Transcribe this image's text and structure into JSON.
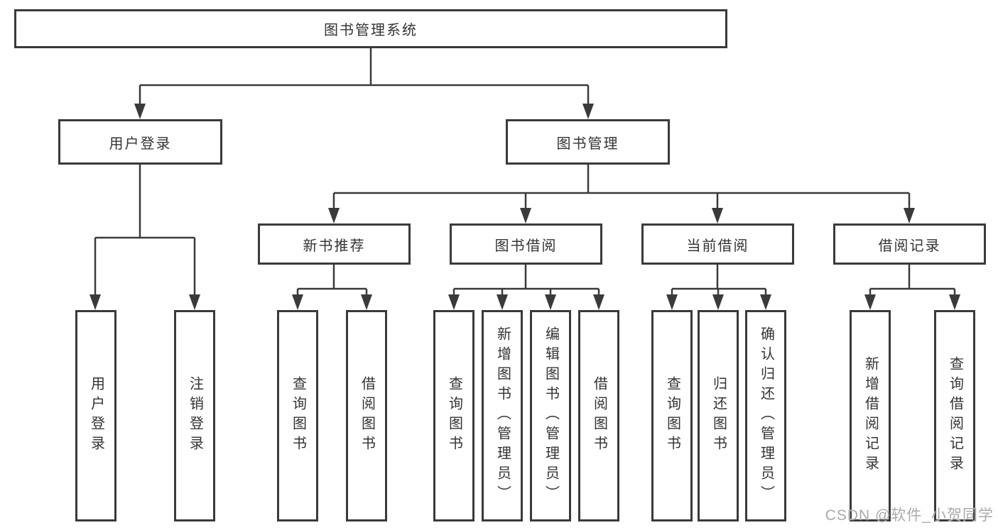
{
  "diagram": {
    "root": {
      "label": "图书管理系统"
    },
    "branches": [
      {
        "label": "用户登录",
        "children": [
          "用户登录",
          "注销登录"
        ]
      },
      {
        "label": "图书管理"
      }
    ],
    "modules": [
      {
        "label": "新书推荐",
        "children": [
          "查询图书",
          "借阅图书"
        ]
      },
      {
        "label": "图书借阅",
        "children": [
          "查询图书",
          "新增图书（管理员）",
          "编辑图书（管理员）",
          "借阅图书"
        ]
      },
      {
        "label": "当前借阅",
        "children": [
          "查询图书",
          "归还图书",
          "确认归还（管理员）"
        ]
      },
      {
        "label": "借阅记录",
        "children": [
          "新增借阅记录",
          "查询借阅记录"
        ]
      }
    ],
    "line_color": "#3a3a3a"
  },
  "watermark": {
    "text": "CSDN @软件_小贺同学"
  }
}
